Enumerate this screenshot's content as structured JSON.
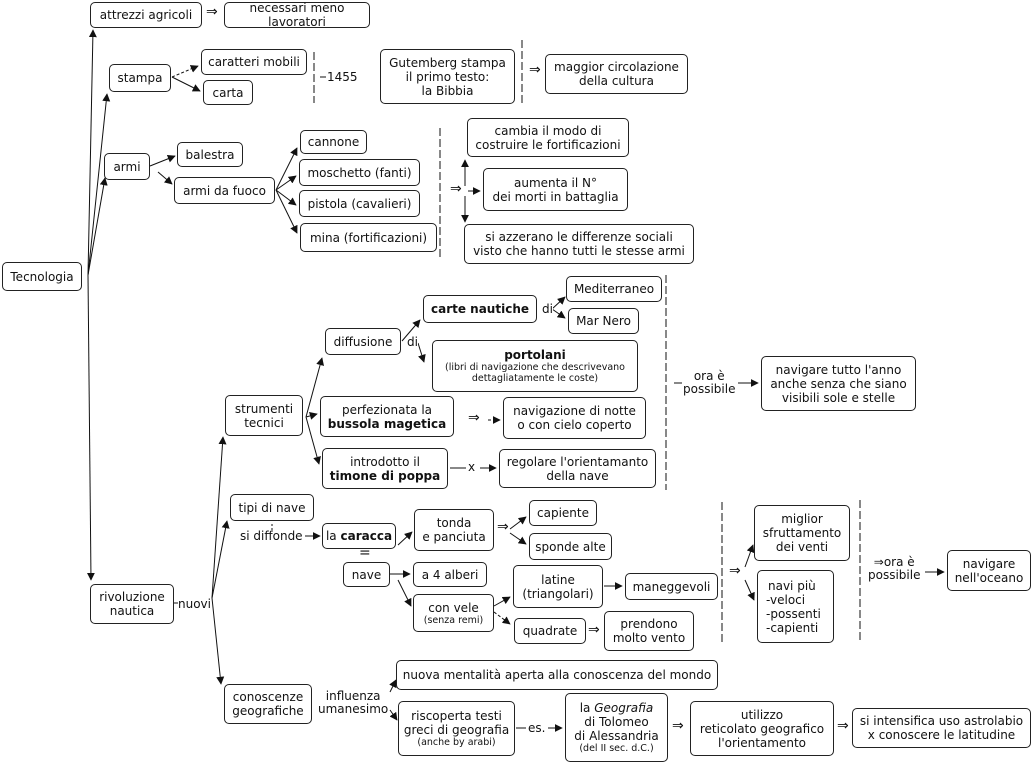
{
  "nodes": {
    "tecnologia": "Tecnologia",
    "attrezzi": "attrezzi agricoli",
    "meno_lavoratori": "necessari meno lavoratori",
    "stampa": "stampa",
    "caratteri_mobili": "caratteri mobili",
    "carta": "carta",
    "gutemberg": [
      "Gutemberg stampa",
      "il primo testo:",
      "la Bibbia"
    ],
    "circolazione": [
      "maggior circolazione",
      "della cultura"
    ],
    "armi": "armi",
    "balestra": "balestra",
    "armi_fuoco": "armi da fuoco",
    "cannone": "cannone",
    "moschetto": "moschetto (fanti)",
    "pistola": "pistola (cavalieri)",
    "mina": "mina (fortificazioni)",
    "fortificazioni": [
      "cambia il modo di",
      "costruire le fortificazioni"
    ],
    "morti": [
      "aumenta il N°",
      "dei morti in battaglia"
    ],
    "differenze": [
      "si azzerano le differenze sociali",
      "visto che hanno tutti le stesse armi"
    ],
    "rivoluzione": [
      "rivoluzione",
      "nautica"
    ],
    "strumenti": [
      "strumenti",
      "tecnici"
    ],
    "diffusione": "diffusione",
    "carte_nautiche": "carte nautiche",
    "mediterraneo": "Mediterraneo",
    "mar_nero": "Mar Nero",
    "portolani_title": "portolani",
    "portolani_desc": [
      "(libri di navigazione che descrivevano",
      "dettagliatamente le coste)"
    ],
    "bussola_1": "perfezionata la",
    "bussola_2": "bussola magetica",
    "notte": [
      "navigazione di notte",
      "o con cielo coperto"
    ],
    "timone_1": "introdotto il",
    "timone_2": "timone di poppa",
    "orientamento": [
      "regolare l'orientamanto",
      "della nave"
    ],
    "tutto_anno": [
      "navigare tutto l'anno",
      "anche senza che siano",
      "visibili sole e stelle"
    ],
    "tipi_nave": "tipi di nave",
    "caracca_pre": "la ",
    "caracca": "caracca",
    "nave": "nave",
    "tonda": [
      "tonda",
      "e panciuta"
    ],
    "capiente": "capiente",
    "sponde": "sponde alte",
    "alberi": "a 4 alberi",
    "vele_1": "con vele",
    "vele_2": "(senza remi)",
    "latine": [
      "latine",
      "(triangolari)"
    ],
    "maneggevoli": "maneggevoli",
    "quadrate": "quadrate",
    "vento": [
      "prendono",
      "molto vento"
    ],
    "sfruttamento": [
      "miglior",
      "sfruttamento",
      "dei venti"
    ],
    "navi_piu": [
      "navi più",
      "-veloci",
      "-possenti",
      "-capienti"
    ],
    "oceano": [
      "navigare",
      "nell'oceano"
    ],
    "conoscenze": [
      "conoscenze",
      "geografiche"
    ],
    "mentalita": "nuova mentalità aperta alla conoscenza del mondo",
    "riscoperta": [
      "riscoperta testi",
      "greci di geografia"
    ],
    "riscoperta_small": "(anche by arabi)",
    "geo_1": "la ",
    "geo_2": "Geografia",
    "geo_3": [
      "di Tolomeo",
      "di Alessandria"
    ],
    "geo_small": "(del II sec. d.C.)",
    "reticolato": [
      "utilizzo",
      "reticolato geografico",
      "l'orientamento"
    ],
    "astrolabio": [
      "si intensifica uso astrolabio",
      "x conoscere le latitudine"
    ]
  },
  "labels": {
    "impl_arrow": "⇒",
    "date_1455": "1455",
    "di": "di",
    "ora_possibile": [
      "ora è",
      "possibile"
    ],
    "impl_ora_possibile": [
      "⇒ora è",
      "possibile"
    ],
    "x": "x",
    "si_diffonde": "si diffonde",
    "equals": "=",
    "nuovi": "nuovi",
    "influenza": [
      "influenza",
      "umanesimo"
    ],
    "es": "es."
  }
}
